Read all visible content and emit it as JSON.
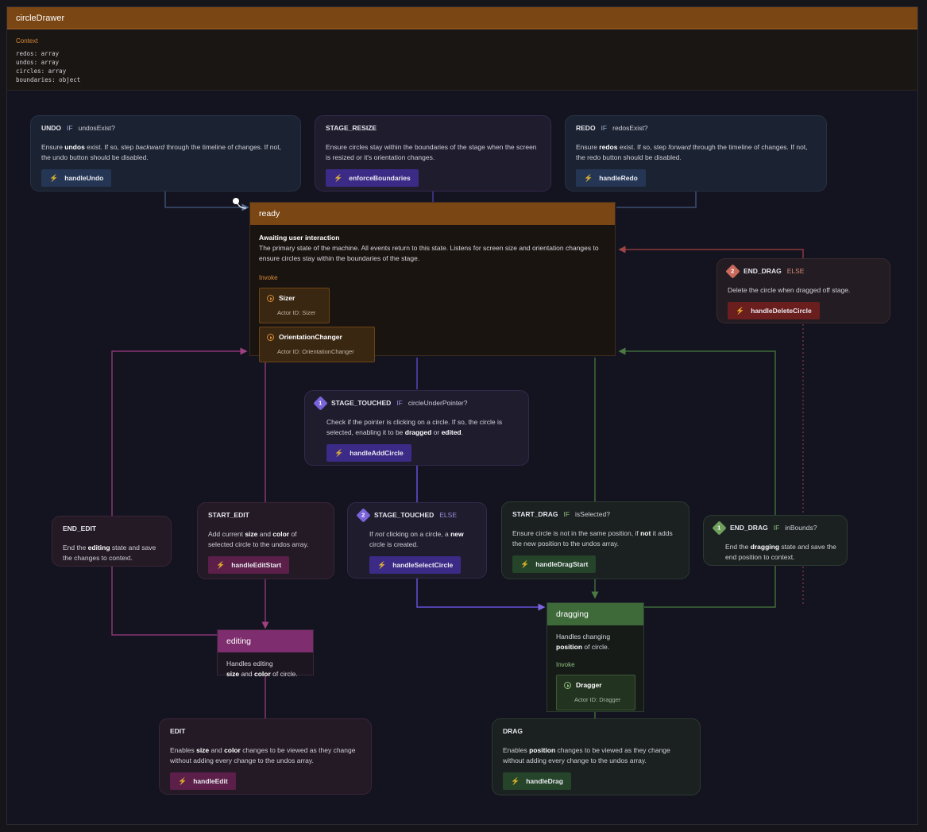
{
  "machine": {
    "title": "circleDrawer",
    "context_label": "Context",
    "context_fields": [
      "redos: array",
      "undos: array",
      "circles: array",
      "boundaries: object"
    ]
  },
  "colors": {
    "orange": "#7a4614",
    "blue": "#243654",
    "purple": "#3c2b86",
    "pink": "#5b1f49",
    "green": "#25442a",
    "red": "#6a1e1e"
  },
  "states": {
    "ready": {
      "title": "ready",
      "desc_title": "Awaiting user interaction",
      "desc": "The primary state of the machine. All events return to this state. Listens for screen size and orientation changes to ensure circles stay within the boundaries of the stage.",
      "invoke_label": "Invoke",
      "actors": [
        {
          "name": "Sizer",
          "id_label": "Actor ID:",
          "id": "Sizer"
        },
        {
          "name": "OrientationChanger",
          "id_label": "Actor ID:",
          "id": "OrientationChanger"
        }
      ]
    },
    "editing": {
      "title": "editing",
      "desc_pre": "Handles editing",
      "desc_b1": "size",
      "desc_mid": " and ",
      "desc_b2": "color",
      "desc_post": " of circle."
    },
    "dragging": {
      "title": "dragging",
      "desc_pre": "Handles changing",
      "desc_b1": "position",
      "desc_post": " of circle.",
      "invoke_label": "Invoke",
      "actor": {
        "name": "Dragger",
        "id_label": "Actor ID:",
        "id": "Dragger"
      }
    }
  },
  "transitions": {
    "undo": {
      "event": "UNDO",
      "kw": "IF",
      "cond": "undosExist?",
      "d1": "Ensure ",
      "b1": "undos",
      "d2": " exist. If so, step ",
      "i1": "backward",
      "d3": " through the timeline of changes. If not, the undo button should be disabled.",
      "action": "handleUndo"
    },
    "stage_resize": {
      "event": "STAGE_RESIZE",
      "desc": "Ensure circles stay within the boundaries of the stage when the screen is resized or it's orientation changes.",
      "action": "enforceBoundaries"
    },
    "redo": {
      "event": "REDO",
      "kw": "IF",
      "cond": "redosExist?",
      "d1": "Ensure ",
      "b1": "redos",
      "d2": " exist. If so, step ",
      "i1": "forward",
      "d3": " through the timeline of changes. If not, the redo button should be disabled.",
      "action": "handleRedo"
    },
    "end_drag_else": {
      "badge": "2",
      "event": "END_DRAG",
      "kw": "ELSE",
      "desc": "Delete the circle when dragged off stage.",
      "action": "handleDeleteCircle"
    },
    "stage_touched_if": {
      "badge": "1",
      "event": "STAGE_TOUCHED",
      "kw": "IF",
      "cond": "circleUnderPointer?",
      "d1": "Check if the pointer is clicking on a circle. If so, the circle is selected, enabling it to be ",
      "b1": "dragged",
      "d2": " or ",
      "b2": "edited",
      "d3": ".",
      "action": "handleAddCircle"
    },
    "end_edit": {
      "event": "END_EDIT",
      "d1": "End the ",
      "b1": "editing",
      "d2": " state and save the changes to context."
    },
    "start_edit": {
      "event": "START_EDIT",
      "d1": "Add current ",
      "b1": "size",
      "d2": " and ",
      "b2": "color",
      "d3": " of selected circle to the undos array.",
      "action": "handleEditStart"
    },
    "stage_touched_else": {
      "badge": "2",
      "event": "STAGE_TOUCHED",
      "kw": "ELSE",
      "d1": "If ",
      "i1": "not",
      "d2": " clicking on a circle, a ",
      "b1": "new",
      "d3": " circle is created.",
      "action": "handleSelectCircle"
    },
    "start_drag": {
      "event": "START_DRAG",
      "kw": "IF",
      "cond": "isSelected?",
      "d1": "Ensure circle is not in the same position, if ",
      "b1": "not",
      "d2": " it adds the new position to the undos array.",
      "action": "handleDragStart"
    },
    "end_drag_if": {
      "badge": "1",
      "event": "END_DRAG",
      "kw": "IF",
      "cond": "inBounds?",
      "d1": "End the ",
      "b1": "dragging",
      "d2": " state and save the end position to context."
    },
    "edit": {
      "event": "EDIT",
      "d1": "Enables ",
      "b1": "size",
      "d2": " and ",
      "b2": "color",
      "d3": " changes to be viewed as they change without adding every change to the undos array.",
      "action": "handleEdit"
    },
    "drag": {
      "event": "DRAG",
      "d1": "Enables ",
      "b1": "position",
      "d2": " changes to be viewed as they change without adding every change to the undos array.",
      "action": "handleDrag"
    }
  }
}
